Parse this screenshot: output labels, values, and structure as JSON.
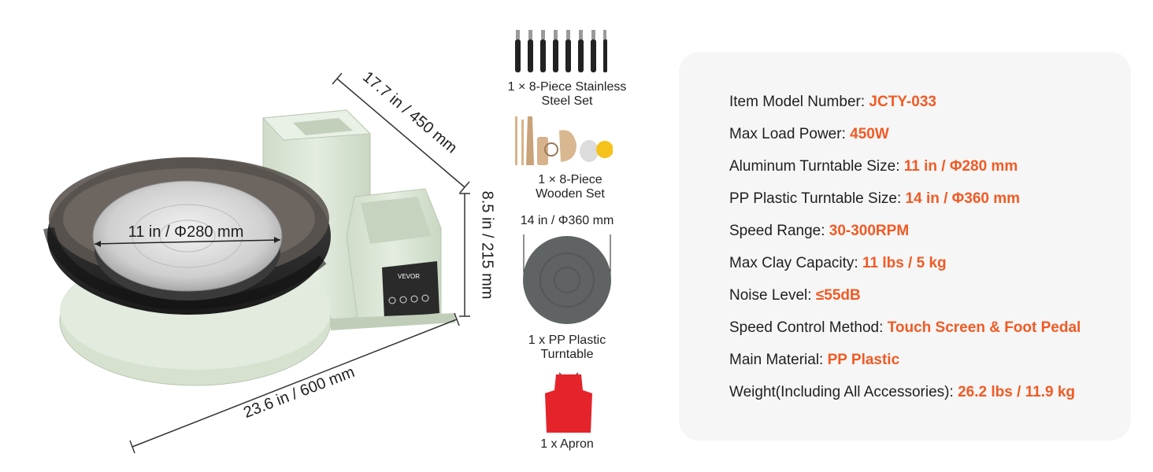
{
  "product": {
    "brand": "VEVOR",
    "dimensions": {
      "depth": "17.7 in / 450 mm",
      "height": "8.5 in / 215 mm",
      "width": "23.6 in / 600 mm",
      "turntable": "11 in / Φ280 mm"
    }
  },
  "accessories": [
    {
      "id": "tools-steel",
      "lines": [
        "1 × 8-Piece Stainless",
        "Steel Set"
      ]
    },
    {
      "id": "tools-wood",
      "lines": [
        "1 × 8-Piece",
        "Wooden Set"
      ]
    },
    {
      "id": "plastic-turntable",
      "size": "14 in / Φ360 mm",
      "lines": [
        "1 x PP Plastic",
        "Turntable"
      ]
    },
    {
      "id": "apron",
      "lines": [
        "1 x Apron"
      ]
    }
  ],
  "specs": [
    {
      "label": "Item Model Number: ",
      "value": "JCTY-033"
    },
    {
      "label": "Max Load Power: ",
      "value": "450W"
    },
    {
      "label": "Aluminum Turntable Size: ",
      "value": "11 in / Φ280 mm"
    },
    {
      "label": "PP Plastic Turntable Size: ",
      "value": "14 in / Φ360 mm"
    },
    {
      "label": "Speed Range: ",
      "value": "30-300RPM"
    },
    {
      "label": "Max Clay Capacity: ",
      "value": "11 lbs / 5 kg"
    },
    {
      "label": "Noise Level: ",
      "value": "≤55dB"
    },
    {
      "label": "Speed Control Method: ",
      "value": "Touch Screen & Foot Pedal"
    },
    {
      "label": "Main Material: ",
      "value": "PP Plastic"
    },
    {
      "label": "Weight(Including All Accessories): ",
      "value": "26.2 lbs / 11.9 kg"
    }
  ],
  "colors": {
    "accent": "#f15a24",
    "machine_body": "#dfe9d9",
    "card_bg": "#f6f6f6"
  }
}
